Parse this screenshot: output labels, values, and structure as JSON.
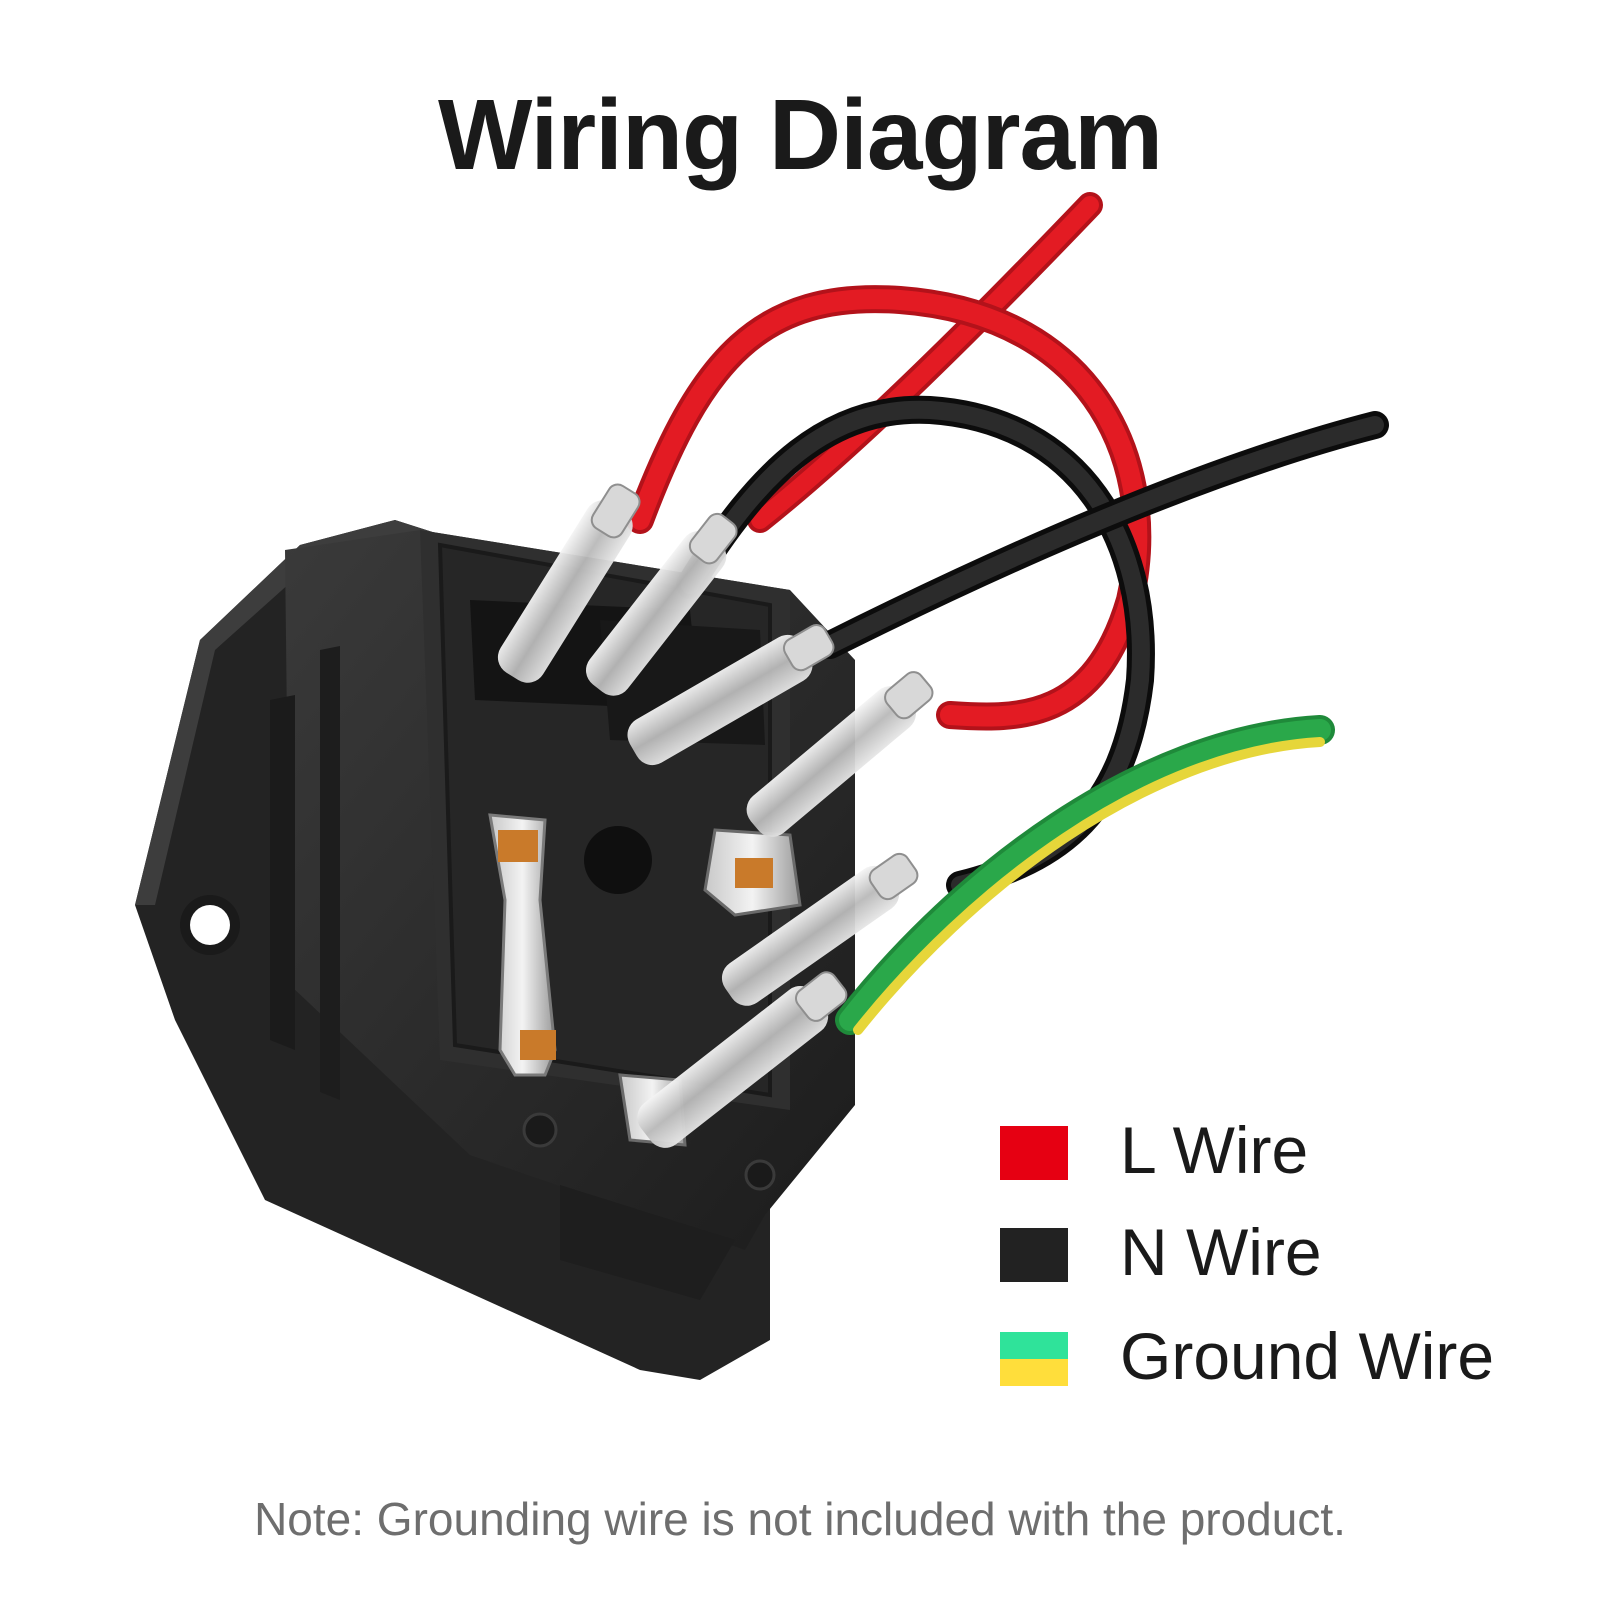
{
  "title": "Wiring Diagram",
  "legend": [
    {
      "label": "L Wire",
      "colors": [
        "#e60012"
      ]
    },
    {
      "label": "N Wire",
      "colors": [
        "#222222"
      ]
    },
    {
      "label": "Ground Wire",
      "colors": [
        "#2fe39a",
        "#ffde3b"
      ]
    }
  ],
  "note": "Note: Grounding wire is not included with the product.",
  "colors": {
    "live": "#e31b23",
    "neutral": "#1f1f1f",
    "ground_green": "#2aa84a",
    "ground_yellow": "#e6d63a",
    "socket_body": "#2b2b2b"
  }
}
